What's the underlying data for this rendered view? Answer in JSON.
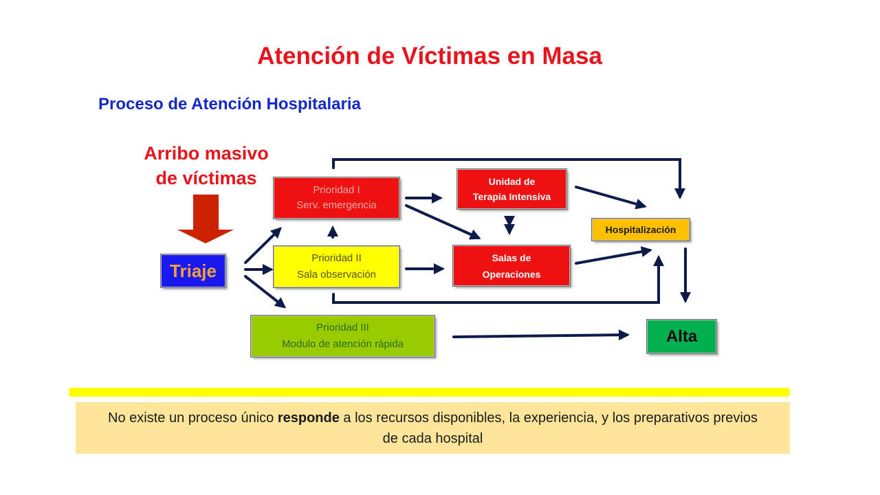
{
  "header": {
    "title": "Atención de Víctimas en Masa",
    "subtitle": "Proceso de Atención Hospitalaria"
  },
  "diagram": {
    "arrival_line1": "Arribo masivo",
    "arrival_line2": "de víctimas",
    "triage": "Triaje",
    "priority1": {
      "line1": "Prioridad I",
      "line2": "Serv. emergencia"
    },
    "priority2": {
      "line1": "Prioridad II",
      "line2": "Sala observación"
    },
    "priority3": {
      "line1": "Prioridad III",
      "line2": "Modulo de atención rápida"
    },
    "icu": {
      "line1": "Unidad de",
      "line2": "Terapia Intensiva"
    },
    "operating_rooms": {
      "line1": "Salas de",
      "line2": "Operaciones"
    },
    "hospitalization": "Hospitalización",
    "discharge": "Alta"
  },
  "note": {
    "before": "No existe un proceso único ",
    "bold": "responde",
    "after": " a los recursos disponibles, la experiencia, y los preparativos previos de cada hospital"
  },
  "colors": {
    "title": "#e8141c",
    "subtitle": "#1428c8",
    "arrow_dark": "#0d1b4a",
    "arrow_red": "#cc2200",
    "priority1": "#ee1111",
    "priority2": "#ffff00",
    "priority3": "#99cc00",
    "hospitalization": "#ffc000",
    "discharge": "#00b050",
    "note_bg": "#fde59a"
  }
}
